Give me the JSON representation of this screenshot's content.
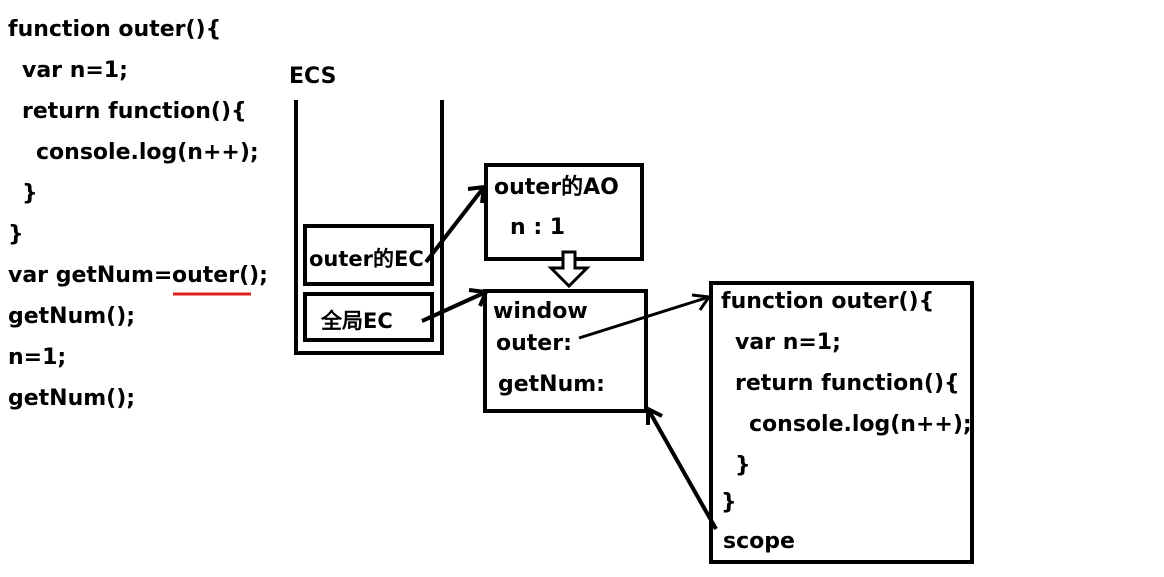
{
  "code": {
    "lines": [
      "function outer(){",
      "var n=1;",
      "return function(){",
      "console.log(n++);",
      "}",
      "}",
      "var getNum=",
      "outer();",
      "getNum();",
      "n=1;",
      "getNum();"
    ]
  },
  "ecs": {
    "label": "ECS",
    "frames": [
      "outer的EC",
      "全局EC"
    ]
  },
  "outer_ao": {
    "title": "outer的AO",
    "entry": "n : 1"
  },
  "window": {
    "title": "window",
    "entries": [
      "outer:",
      "getNum:"
    ]
  },
  "function_box": {
    "lines": [
      "function outer(){",
      "var n=1;",
      "return function(){",
      "console.log(n++);",
      "}",
      "}",
      "scope"
    ]
  },
  "colors": {
    "ink": "#000000",
    "underline": "#e02020"
  }
}
